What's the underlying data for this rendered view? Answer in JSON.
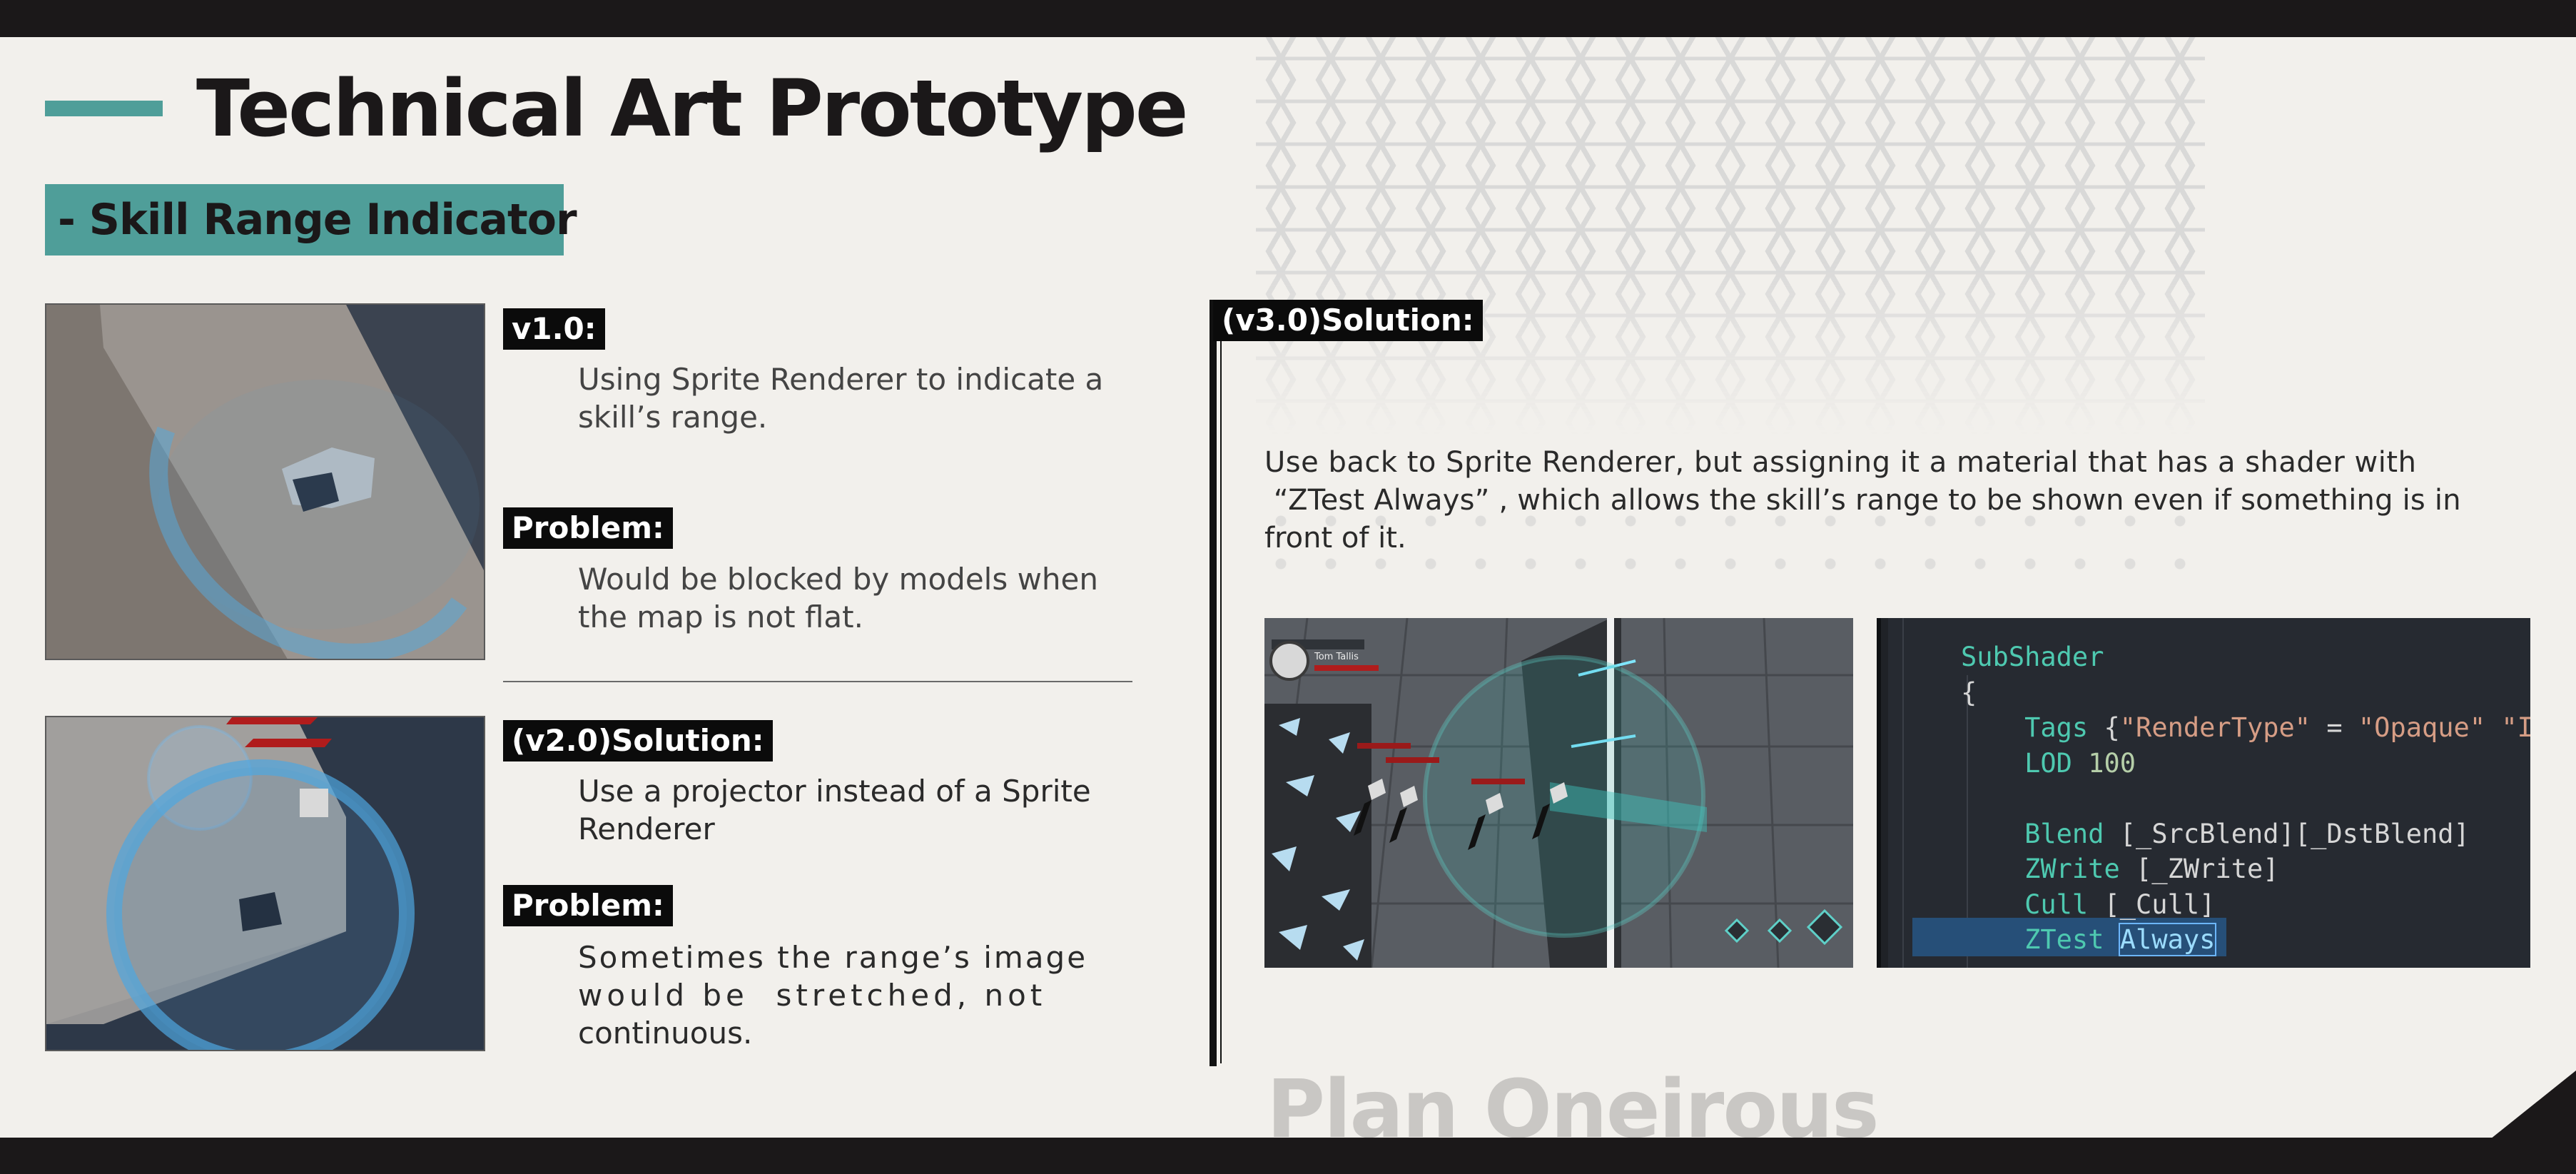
{
  "header": {
    "title": "Technical Art Prototype",
    "subtitle": "- Skill Range Indicator"
  },
  "sections": {
    "v1": {
      "tag": "v1.0:",
      "text": [
        "Using Sprite Renderer to indicate a",
        "skill’s range."
      ]
    },
    "v1_problem": {
      "tag": "Problem:",
      "text": [
        "Would be blocked by models when",
        "the map is not flat."
      ]
    },
    "v2": {
      "tag": "(v2.0)Solution:",
      "text": [
        "Use a projector instead of a Sprite",
        "Renderer"
      ]
    },
    "v2_problem": {
      "tag": "Problem:",
      "text": [
        "Sometimes the range’s image",
        "would be  stretched, not",
        "continuous."
      ]
    },
    "v3": {
      "tag": "(v3.0)Solution:",
      "text": [
        "Use back to Sprite Renderer, but assigning it a material that has a shader with",
        " “ZTest Always” , which allows the skill’s range to be shown even if something is in",
        "front of it."
      ]
    }
  },
  "game_hud": {
    "player_label": "Tom Tallis"
  },
  "code": {
    "lines": [
      {
        "tokens": [
          {
            "t": "SubShader",
            "c": "kw"
          }
        ]
      },
      {
        "tokens": [
          {
            "t": "{",
            "c": ""
          }
        ]
      },
      {
        "tokens": [
          {
            "t": "    Tags ",
            "c": "kw"
          },
          {
            "t": "{",
            "c": ""
          },
          {
            "t": "\"RenderType\"",
            "c": "str"
          },
          {
            "t": " = ",
            "c": ""
          },
          {
            "t": "\"Opaque\"",
            "c": "str"
          },
          {
            "t": " \"I",
            "c": "str"
          }
        ]
      },
      {
        "tokens": [
          {
            "t": "    LOD ",
            "c": "kw"
          },
          {
            "t": "100",
            "c": "num"
          }
        ]
      },
      {
        "tokens": [
          {
            "t": "",
            "c": ""
          }
        ]
      },
      {
        "tokens": [
          {
            "t": "    Blend ",
            "c": "kw"
          },
          {
            "t": "[_SrcBlend][_DstBlend]",
            "c": ""
          }
        ]
      },
      {
        "tokens": [
          {
            "t": "    ZWrite ",
            "c": "kw"
          },
          {
            "t": "[_ZWrite]",
            "c": ""
          }
        ]
      },
      {
        "tokens": [
          {
            "t": "    Cull ",
            "c": "kw"
          },
          {
            "t": "[_Cull]",
            "c": ""
          }
        ]
      },
      {
        "tokens": [
          {
            "t": "    ZTest ",
            "c": "kw"
          },
          {
            "t": "Always",
            "c": "sel"
          }
        ]
      }
    ]
  },
  "watermark": "Plan Oneirous",
  "colors": {
    "accent": "#4f9e99",
    "dark": "#1b1819",
    "background": "#f2f0ec",
    "code_bg": "#262a31"
  }
}
